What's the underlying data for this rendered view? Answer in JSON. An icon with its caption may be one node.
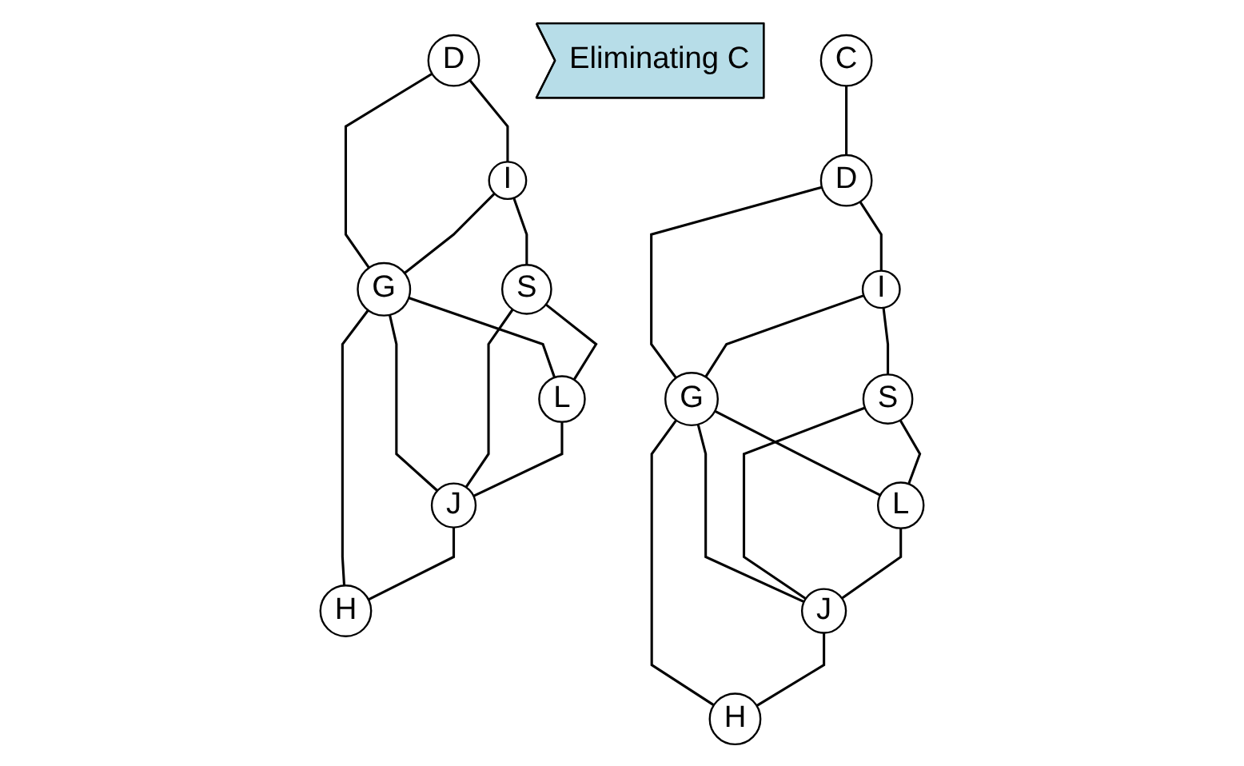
{
  "diagram": {
    "nodes": [
      {
        "text": [
          "C"
        ]
      },
      {
        "text": [
          "D"
        ]
      },
      {
        "text": [
          "I"
        ]
      },
      {
        "text": [
          "G"
        ]
      },
      {
        "text": [
          "S"
        ]
      },
      {
        "text": [
          "L"
        ]
      },
      {
        "text": [
          "J"
        ]
      },
      {
        "text": [
          "H"
        ]
      },
      {
        "text": [
          "Eliminating C"
        ]
      },
      {
        "text": [
          "D"
        ]
      },
      {
        "text": [
          "I"
        ]
      },
      {
        "text": [
          "G"
        ]
      },
      {
        "text": [
          "S"
        ]
      },
      {
        "text": [
          "L"
        ]
      },
      {
        "text": [
          "J"
        ]
      },
      {
        "text": [
          "H"
        ]
      }
    ],
    "edges": [
      {
        "from": 0,
        "to": 1,
        "arrow": "none"
      },
      {
        "from": 1,
        "to": 2,
        "arrow": "none"
      },
      {
        "from": 1,
        "to": 3,
        "arrow": "none"
      },
      {
        "from": 2,
        "to": 3,
        "arrow": "none"
      },
      {
        "from": 2,
        "to": 4,
        "arrow": "none"
      },
      {
        "from": 3,
        "to": 5,
        "arrow": "none"
      },
      {
        "from": 3,
        "to": 6,
        "arrow": "none"
      },
      {
        "from": 3,
        "to": 7,
        "arrow": "none"
      },
      {
        "from": 4,
        "to": 5,
        "arrow": "none"
      },
      {
        "from": 4,
        "to": 6,
        "arrow": "none"
      },
      {
        "from": 5,
        "to": 6,
        "arrow": "none"
      },
      {
        "from": 6,
        "to": 7,
        "arrow": "none"
      },
      {
        "from": 9,
        "to": 10,
        "arrow": "none"
      },
      {
        "from": 9,
        "to": 11,
        "arrow": "none"
      },
      {
        "from": 10,
        "to": 11,
        "arrow": "none"
      },
      {
        "from": 10,
        "to": 12,
        "arrow": "none"
      },
      {
        "from": 11,
        "to": 13,
        "arrow": "none"
      },
      {
        "from": 11,
        "to": 14,
        "arrow": "none"
      },
      {
        "from": 11,
        "to": 15,
        "arrow": "none"
      },
      {
        "from": 12,
        "to": 13,
        "arrow": "none"
      },
      {
        "from": 12,
        "to": 14,
        "arrow": "none"
      },
      {
        "from": 13,
        "to": 14,
        "arrow": "none"
      },
      {
        "from": 14,
        "to": 15,
        "arrow": "none"
      }
    ]
  }
}
